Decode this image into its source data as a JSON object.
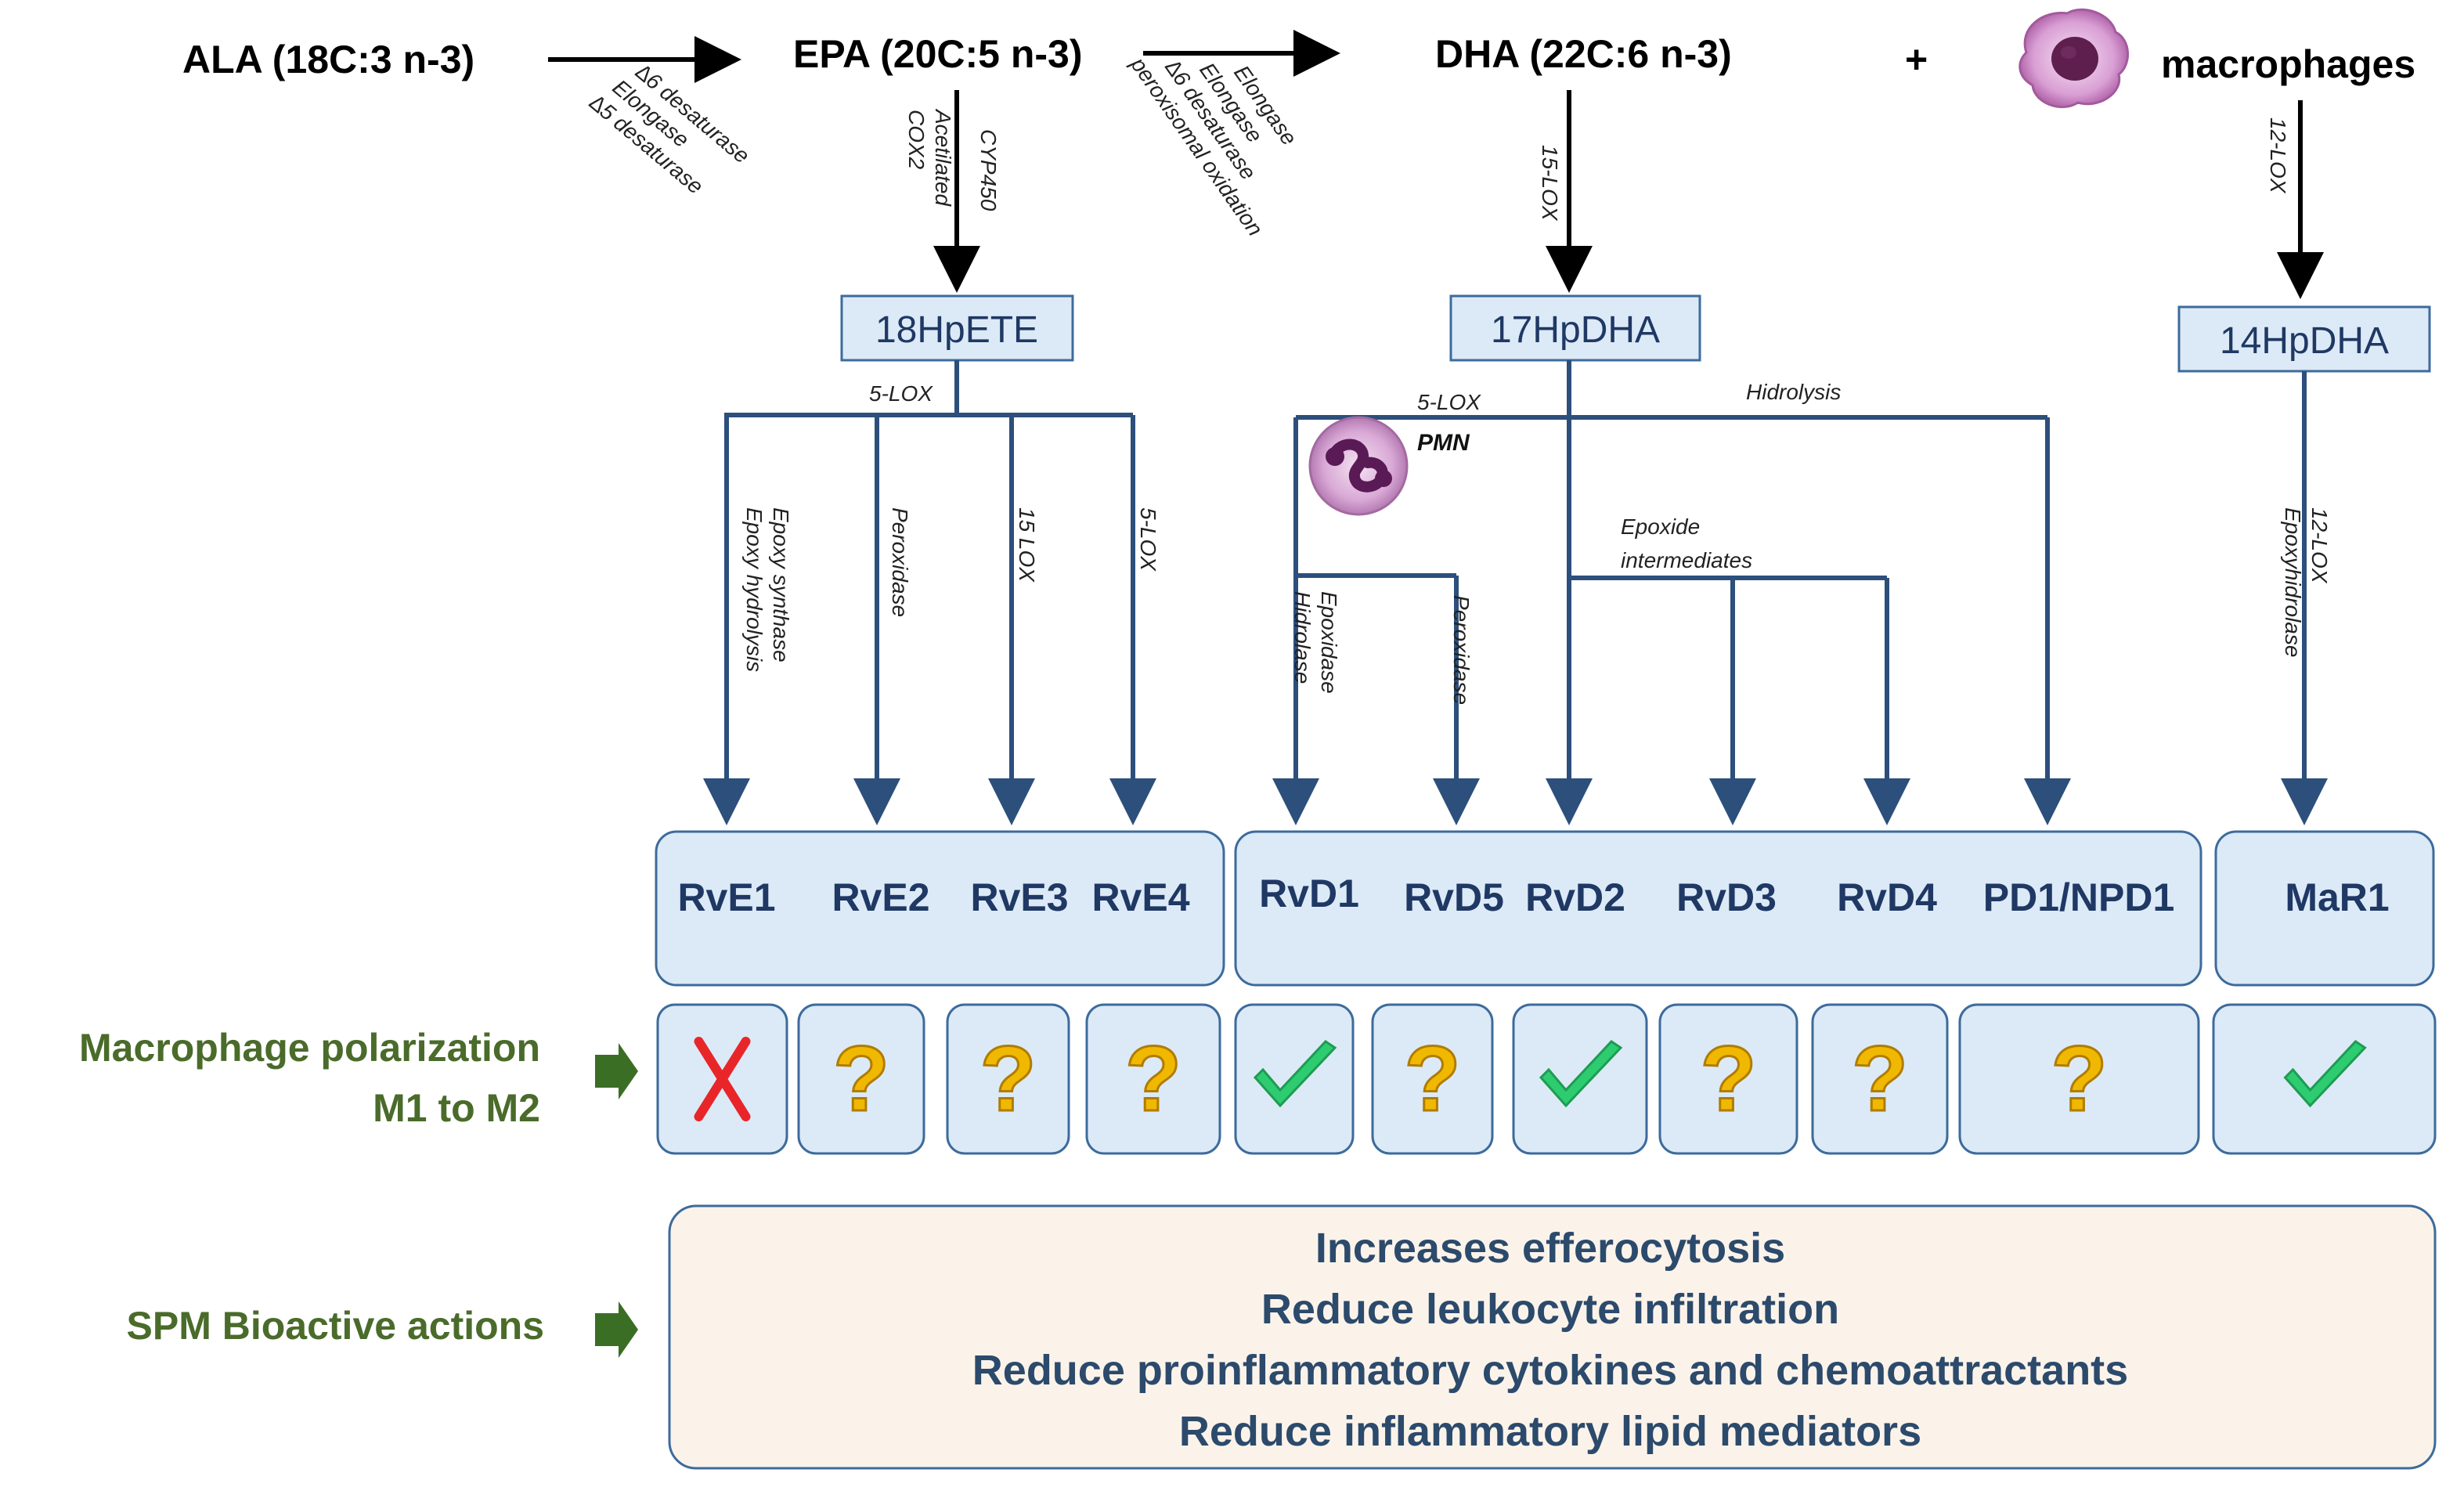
{
  "precursors": {
    "ala": "ALA (18C:3 n-3)",
    "epa": "EPA (20C:5 n-3)",
    "dha": "DHA (22C:6 n-3)",
    "plus": "+",
    "macrophages": "macrophages"
  },
  "enzymes": {
    "ala_epa": [
      "∆6 desaturase",
      "Elongase",
      "∆5 desaturase"
    ],
    "epa_down": [
      "CYP450",
      "Acetilated",
      "COX2"
    ],
    "epa_dha": [
      "Elongase",
      "Elongase",
      "∆6 desaturase",
      "peroxisomal oxidation"
    ],
    "dha_down": "15-LOX",
    "mac_down": "12-LOX",
    "e_branch": "5-LOX",
    "rve1": [
      "Epoxy synthase",
      "Epoxy hydrolysis"
    ],
    "rve2": "Peroxidase",
    "rve3": "15 LOX",
    "rve4": "5-LOX",
    "d_branch": "5-LOX",
    "pmn": "PMN",
    "hidrolysis": "Hidrolysis",
    "epoxide": [
      "Epoxide",
      "intermediates"
    ],
    "rvd1": [
      "Epoxidase",
      "Hidrolase"
    ],
    "rvd5": "Peroxidase",
    "mar1": [
      "12-LOX",
      "Epoxyhidrolase"
    ]
  },
  "intermediates": {
    "hpete18": "18HpETE",
    "hpdha17": "17HpDHA",
    "hpdha14": "14HpDHA"
  },
  "products": {
    "e_series": [
      "RvE1",
      "RvE2",
      "RvE3",
      "RvE4"
    ],
    "d_series": [
      "RvD1",
      "RvD5",
      "RvD2",
      "RvD3",
      "RvD4",
      "PD1/NPD1"
    ],
    "maresin": "MaR1"
  },
  "polarization": {
    "label_line1": "Macrophage polarization",
    "label_line2": "M1 to M2",
    "status": [
      "cross",
      "question",
      "question",
      "question",
      "check",
      "question",
      "check",
      "question",
      "question",
      "question",
      "check"
    ],
    "colors": {
      "cross": "#e8262a",
      "check": "#2ecc71",
      "question": "#f0b800"
    }
  },
  "actions": {
    "label": "SPM Bioactive actions",
    "items": [
      "Increases efferocytosis",
      "Reduce leukocyte infiltration",
      "Reduce proinflammatory cytokines and chemoattractants",
      "Reduce inflammatory lipid mediators"
    ]
  },
  "colors": {
    "box_fill": "#dceaf7",
    "box_stroke": "#3d6b9c",
    "action_fill": "#fbf3ea",
    "line": "#2c4f7c",
    "side_text": "#4a6b2a"
  }
}
